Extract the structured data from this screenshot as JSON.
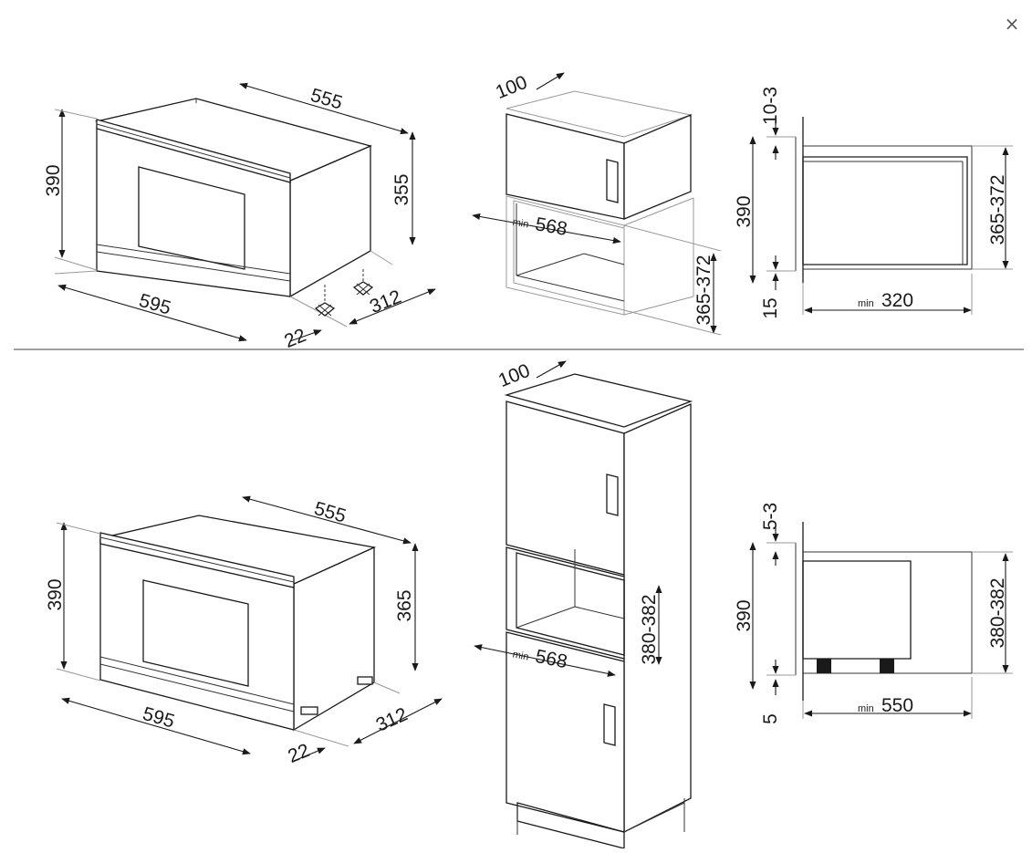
{
  "close_icon": "×",
  "top": {
    "oven": {
      "width": "595",
      "height": "390",
      "depth": "555",
      "body_height": "355",
      "depth_back": "312",
      "front": "22"
    },
    "cabinet": {
      "top": "100",
      "min_label": "min",
      "min_width": "568",
      "opening": "365-372"
    },
    "side": {
      "top_gap": "10-3",
      "height": "390",
      "bottom": "15",
      "opening": "365-372",
      "min_label": "min",
      "min_depth": "320"
    }
  },
  "bottom": {
    "oven": {
      "width": "595",
      "height": "390",
      "depth": "555",
      "body_height": "365",
      "depth_back": "312",
      "front": "22"
    },
    "cabinet": {
      "top": "100",
      "min_label": "min",
      "min_width": "568",
      "opening": "380-382"
    },
    "side": {
      "top_gap": "5-3",
      "height": "390",
      "bottom": "5",
      "opening": "380-382",
      "min_label": "min",
      "min_depth": "550"
    }
  }
}
